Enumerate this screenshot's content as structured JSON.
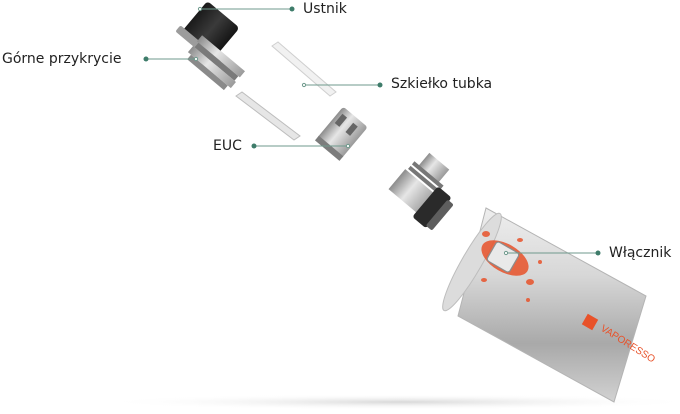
{
  "labels": {
    "mouthpiece": "Ustnik",
    "top_cap": "Górne przykrycie",
    "glass_tube": "Szkiełko tubka",
    "coil": "EUC",
    "power_button": "Włącznik"
  },
  "brand": {
    "name": "VAPORESSO",
    "accent_color": "#e8522a"
  },
  "colors": {
    "leader_line": "#6f9a8d",
    "leader_dot": "#3e7c6a",
    "body_metal": "#c9c9c9",
    "mouthpiece": "#2b2b2b"
  }
}
